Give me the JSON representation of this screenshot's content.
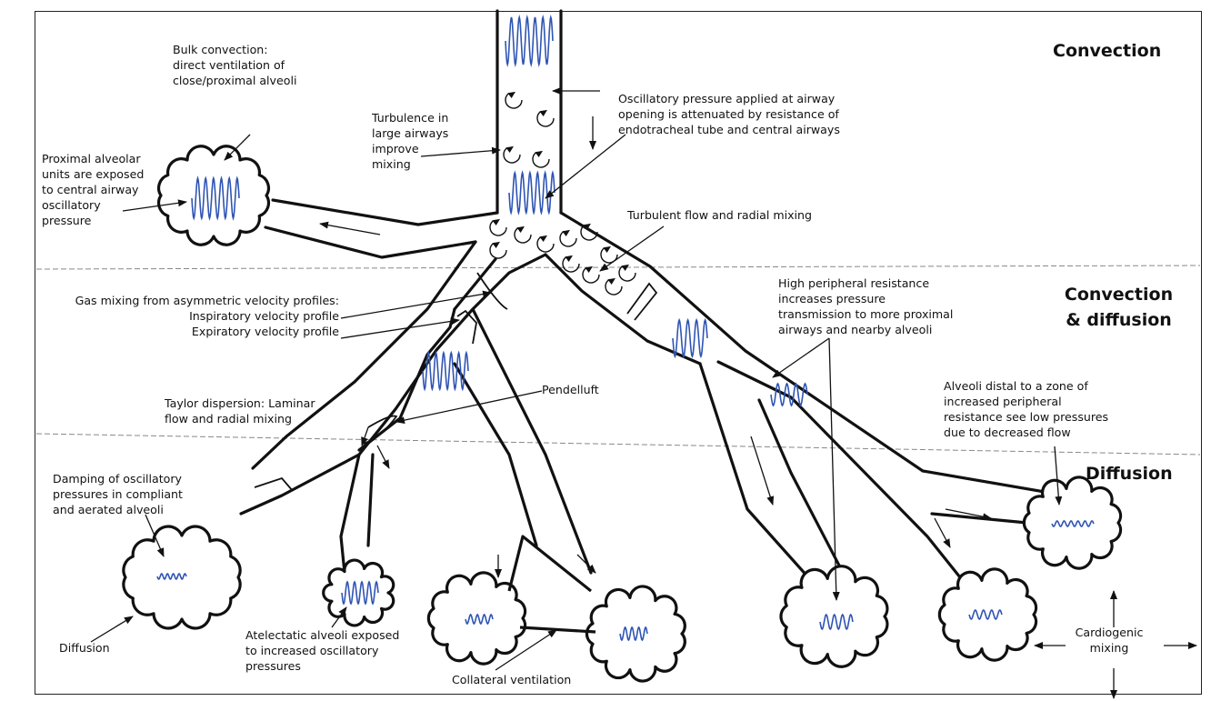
{
  "zones": {
    "convection": "Convection",
    "convection_diffusion": "Convection\n& diffusion",
    "diffusion": "Diffusion"
  },
  "annotations": {
    "bulk_convection": "Bulk convection:\ndirect ventilation of\nclose/proximal alveoli",
    "turbulence": "Turbulence in\nlarge airways\nimprove\nmixing",
    "oscillatory_pressure": "Oscillatory pressure applied at airway\nopening is attenuated by resistance of\nendotracheal tube and central airways",
    "proximal_alveolar": "Proximal alveolar\nunits are exposed\nto central airway\noscillatory\npressure",
    "turbulent_flow": "Turbulent flow and radial mixing",
    "gas_mixing": "Gas mixing from asymmetric  velocity profiles:\nInspiratory velocity profile\nExpiratory velocity profile",
    "high_peripheral": "High peripheral resistance\nincreases pressure\ntransmission to more proximal\nairways and nearby alveoli",
    "pendelluft": "Pendelluft",
    "alveoli_distal": "Alveoli distal to a zone of\nincreased peripheral\nresistance see low pressures\ndue to decreased flow",
    "taylor": "Taylor dispersion: Laminar\nflow and radial mixing",
    "damping": "Damping of oscillatory\npressures in compliant\nand aerated alveoli",
    "diffusion_label": "Diffusion",
    "atelectatic": "Atelectatic alveoli exposed\nto increased oscillatory\npressures",
    "collateral": "Collateral ventilation",
    "cardiogenic": "Cardiogenic\nmixing"
  },
  "colors": {
    "wave": "#2f55b4",
    "line": "#111111",
    "divider": "#888888"
  }
}
